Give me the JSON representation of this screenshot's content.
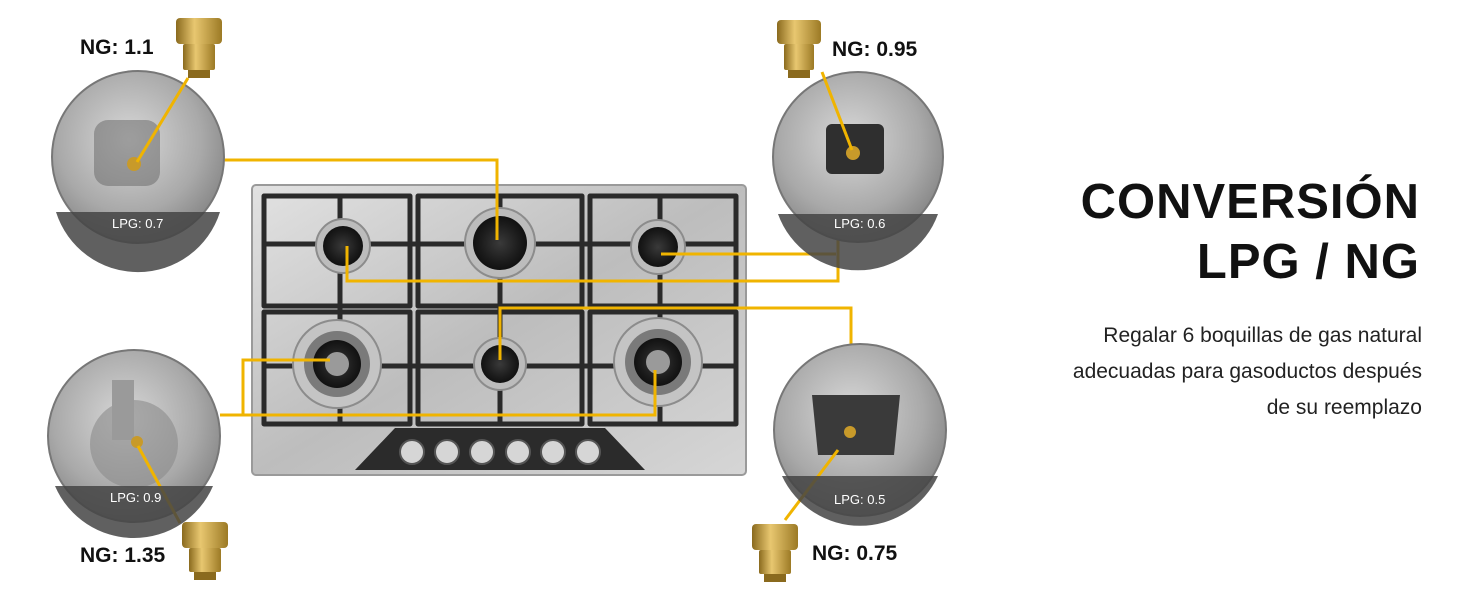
{
  "title_line1": "CONVERSIÓN",
  "title_line2": "LPG / NG",
  "description": {
    "line1": "Regalar 6 boquillas de gas natural",
    "line2": "adecuadas para gasoductos después",
    "line3": "de su reemplazo"
  },
  "callouts": {
    "top_left": {
      "ng": "NG: 1.1",
      "lpg": "LPG: 0.7"
    },
    "top_right": {
      "ng": "NG: 0.95",
      "lpg": "LPG: 0.6"
    },
    "bottom_left": {
      "ng": "NG: 1.35",
      "lpg": "LPG: 0.9"
    },
    "bottom_right": {
      "ng": "NG: 0.75",
      "lpg": "LPG: 0.5"
    }
  },
  "colors": {
    "accent": "#f0b400",
    "steel": "#c9c9c9",
    "grate": "#2a2a2a"
  }
}
